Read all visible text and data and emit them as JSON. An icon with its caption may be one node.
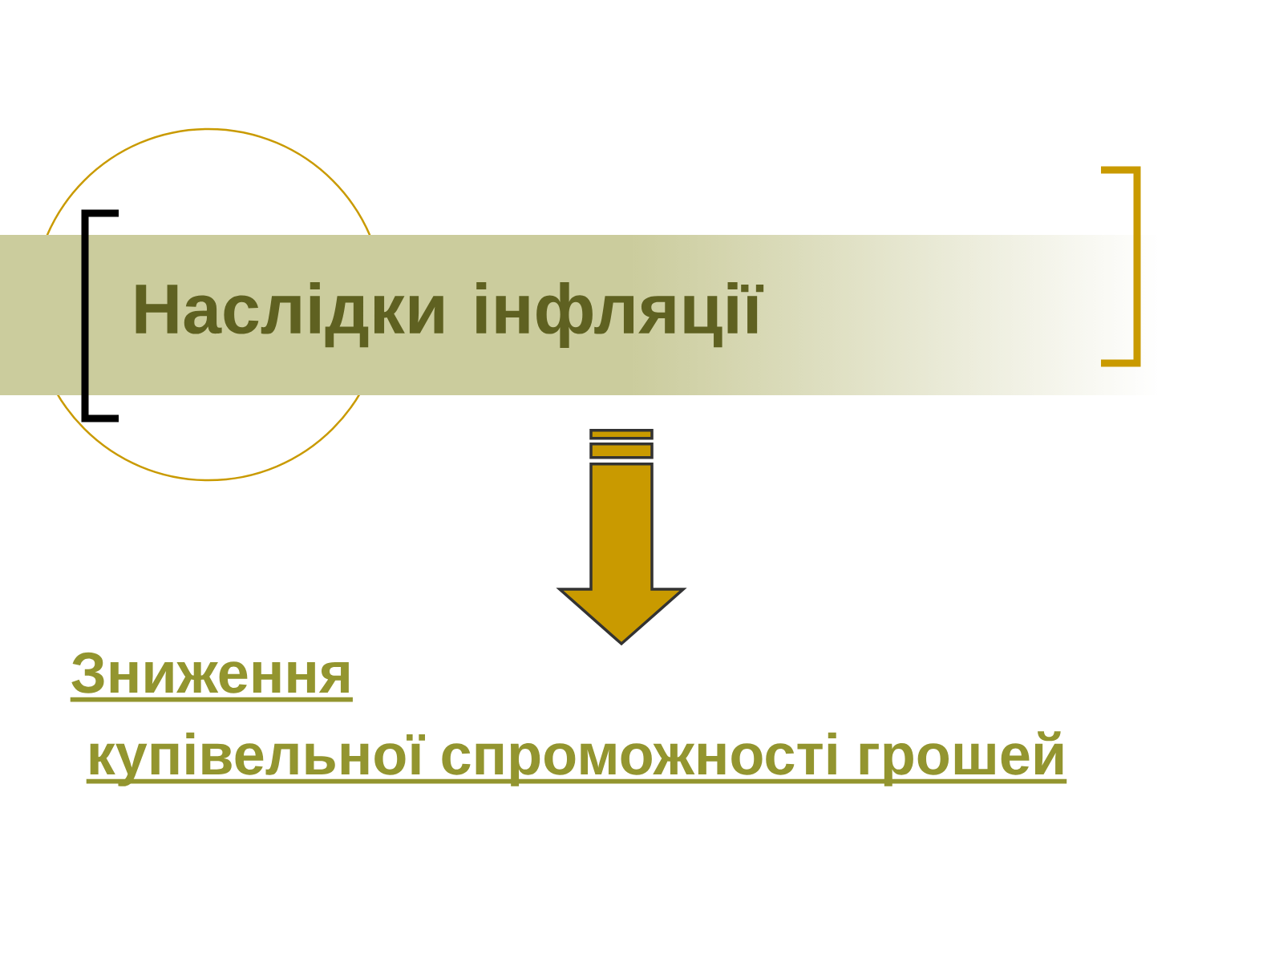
{
  "diagram": {
    "nodes": [
      {
        "text": [
          "Наслідки інфляції"
        ]
      },
      {
        "text": [
          "Зниження",
          "купівельної спроможності грошей"
        ]
      }
    ],
    "edges": [
      {
        "from": 0,
        "to": 1,
        "arrow": "to"
      }
    ]
  }
}
